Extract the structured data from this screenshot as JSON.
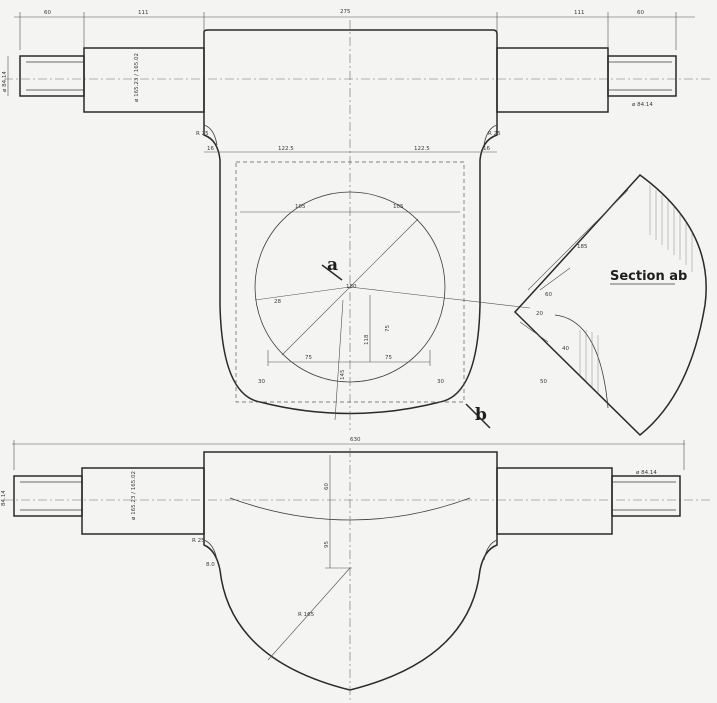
{
  "section_title": "Section ab",
  "cut_labels": {
    "a": "a",
    "b": "b"
  },
  "top_view": {
    "dims_top": {
      "left_end": "60",
      "left_journal": "111",
      "center": "275",
      "right_journal": "111",
      "right_end": "60"
    },
    "left_end_dia": "ø 84.14",
    "left_journal_dia": "ø 165.23 / 165.02",
    "right_end_dia": "ø 84.14",
    "fillet_left": "R 25",
    "fillet_right": "R 25",
    "small_left": "16",
    "small_right": "16",
    "half_left": "122.5",
    "half_right": "122.5",
    "radius_left": "105",
    "radius_right": "105",
    "dia_circle": "180",
    "angle": "28",
    "dim_118": "118",
    "dim_76": "75",
    "dim_75a": "75",
    "dim_75b": "75",
    "dim_145": "145",
    "r_bottom_left": "30",
    "r_bottom_right": "30"
  },
  "section_view": {
    "dim_185": "185",
    "dim_60": "60",
    "dim_20": "20",
    "dim_40": "40",
    "dim_50": "50"
  },
  "front_view": {
    "overall": "630",
    "left_end_dia": "84.14",
    "left_journal_dia": "ø 165.23 / 165.02",
    "right_end_dia": "ø 84.14",
    "dim_60": "60",
    "dim_95": "95",
    "radius_165": "R 165",
    "small_left": "8.0",
    "fillet_left": "R 25"
  }
}
